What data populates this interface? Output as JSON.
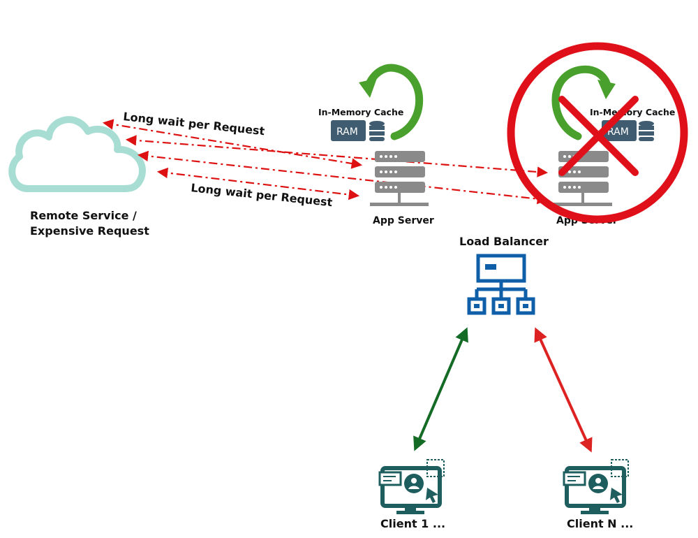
{
  "labels": {
    "remote_service_line1": "Remote Service /",
    "remote_service_line2": "Expensive Request",
    "long_wait_top": "Long wait per Request",
    "long_wait_bottom": "Long wait per Request",
    "cache_left": "In-Memory Cache",
    "cache_right": "In-Memory Cache",
    "ram_left": "RAM",
    "ram_right": "RAM",
    "app_server_left": "App Server",
    "app_server_right": "App Server",
    "load_balancer": "Load Balancer",
    "client_1": "Client 1 ...",
    "client_n": "Client N ..."
  },
  "icons": {
    "cloud": "cloud-icon",
    "server": "server-rack-icon",
    "ram": "ram-chip-icon",
    "database": "database-icon",
    "refresh": "circular-arrow-icon",
    "load_balancer": "network-hierarchy-icon",
    "client": "monitor-user-icon",
    "failure": "prohibited-x-icon"
  },
  "colors": {
    "cloud": "#a8ddd4",
    "server": "#8a8a8a",
    "ram_chip": "#3f5c70",
    "refresh_arrow": "#4aa02c",
    "request_arrow": "#dd1111",
    "ok_arrow": "#146b26",
    "fail_arrow": "#dd2222",
    "load_balancer": "#0f5fa8",
    "client_monitor": "#1f5e5e",
    "failure_mark": "#e0101a"
  }
}
